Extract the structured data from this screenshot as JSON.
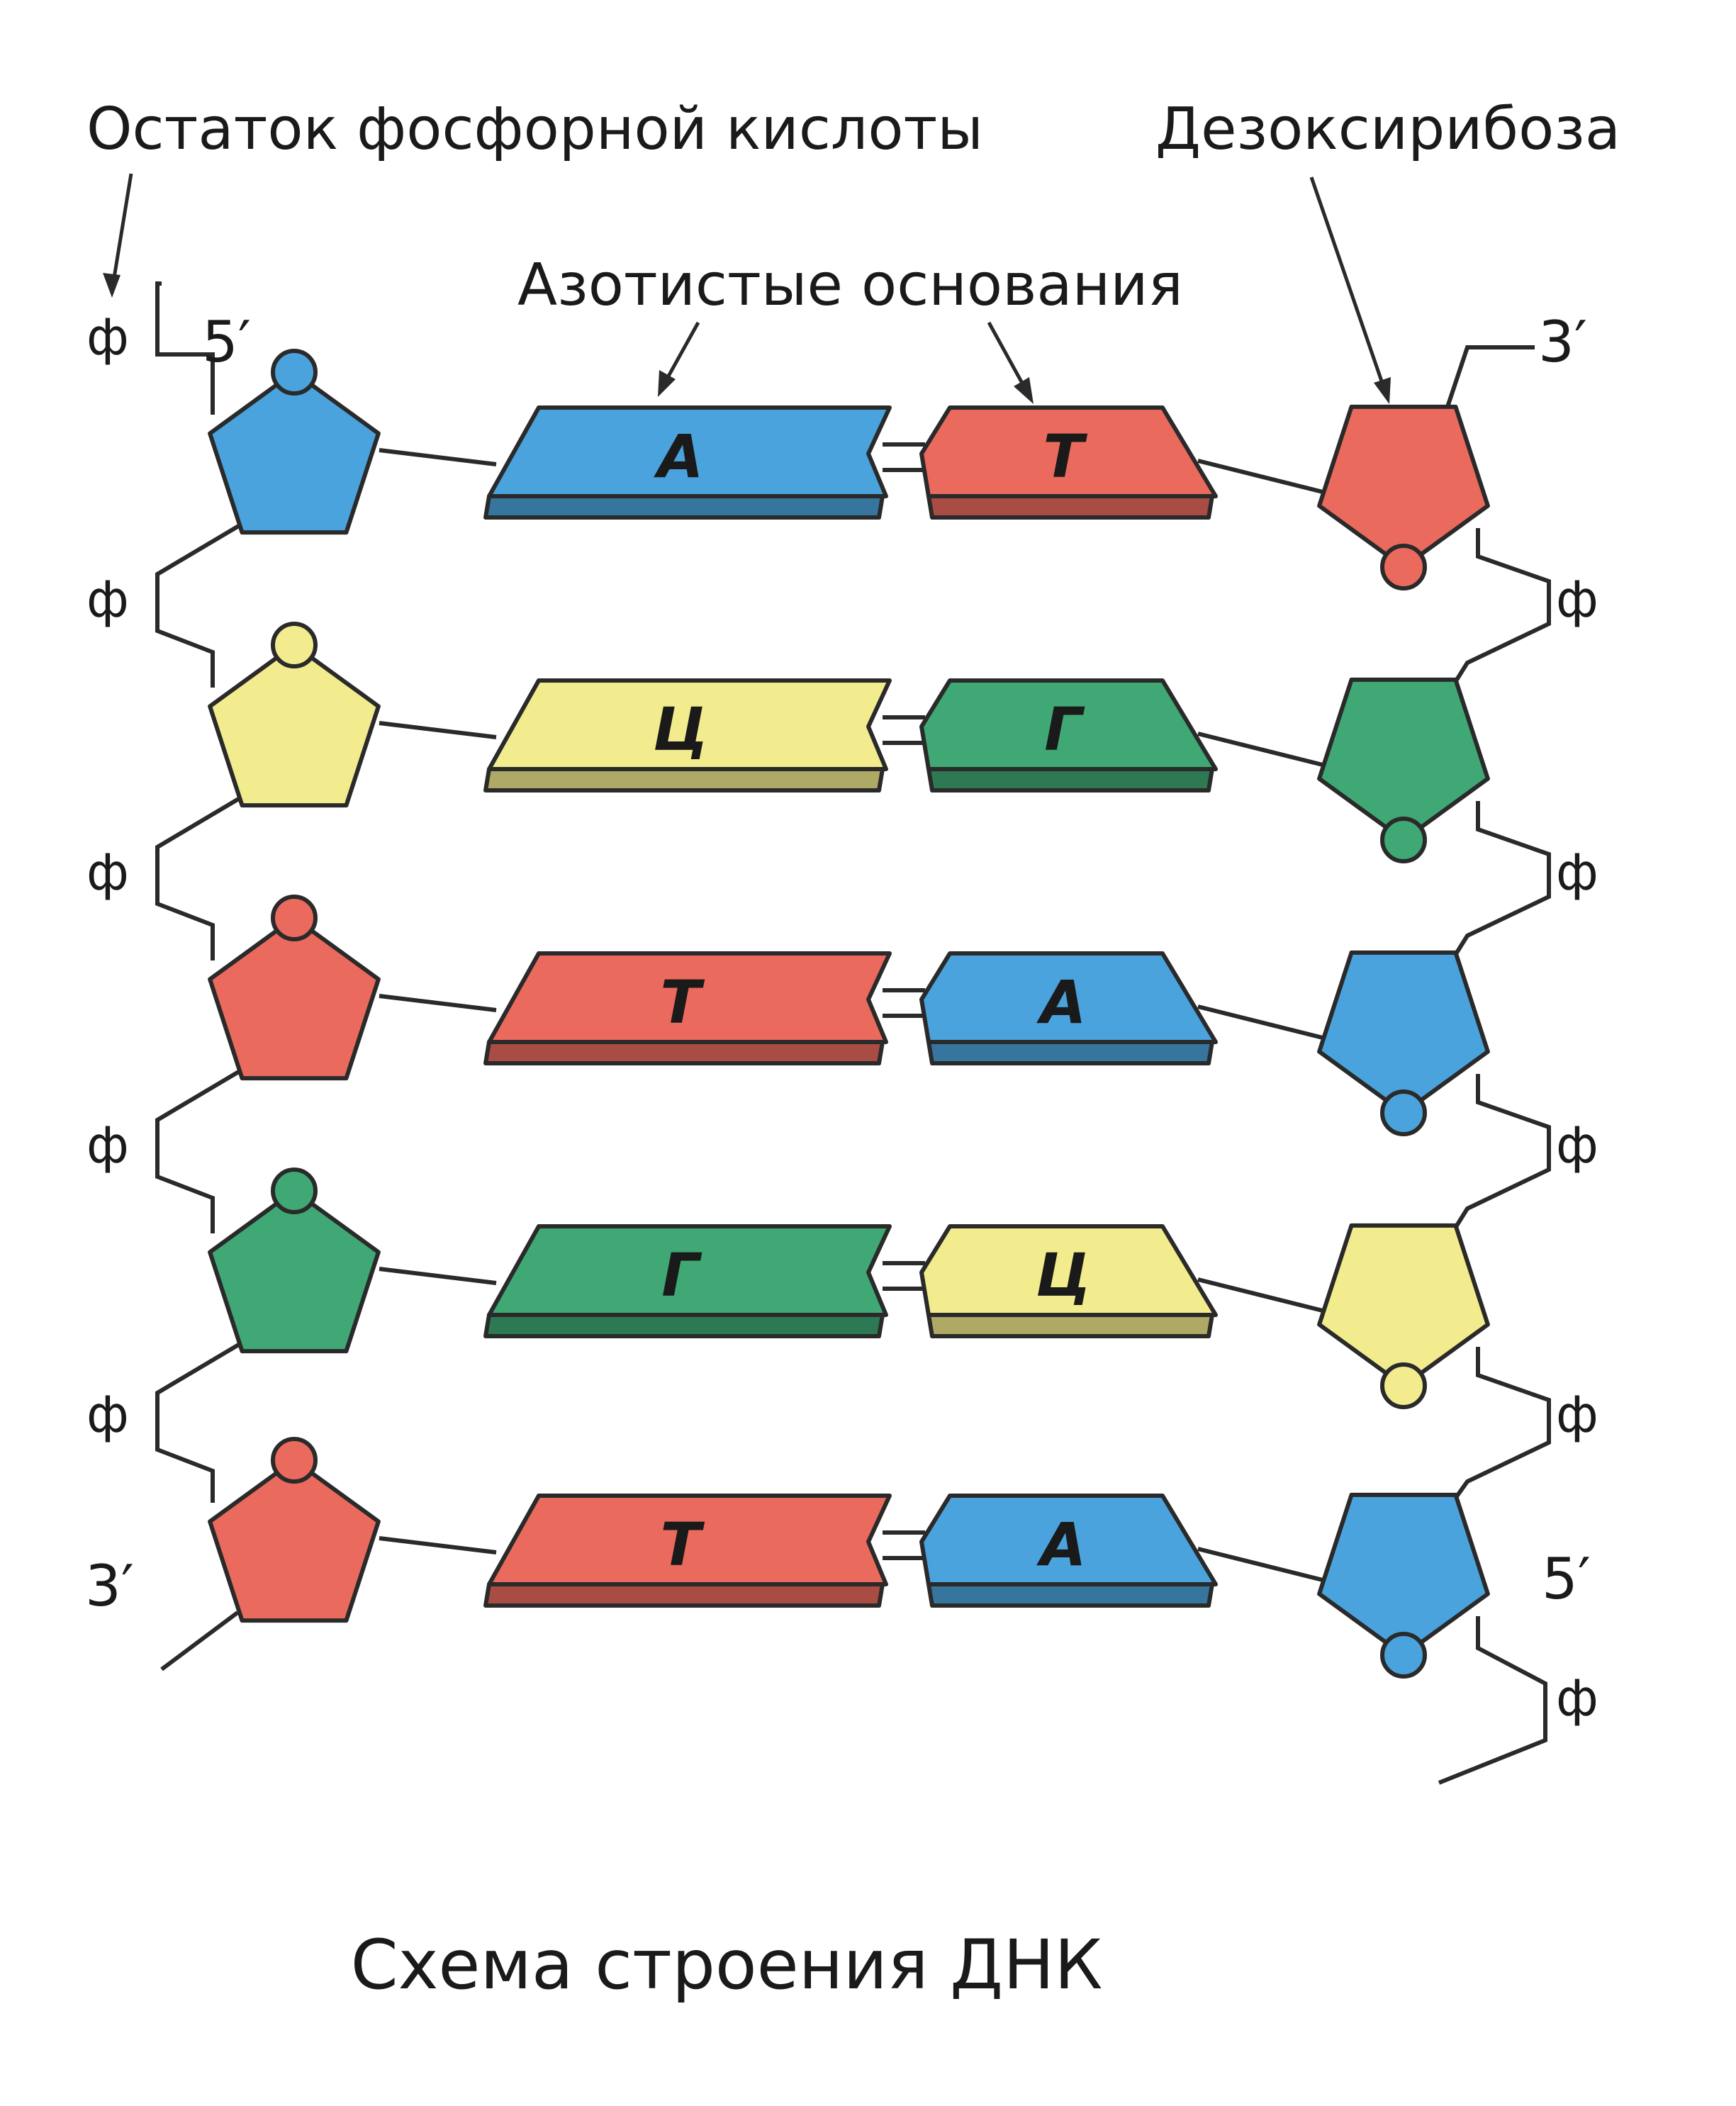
{
  "labels": {
    "phosphate": "Остаток фосфорной кислоты",
    "deoxyribose": "Дезоксирибоза",
    "bases": "Азотистые основания"
  },
  "caption": "Схема строения ДНК",
  "phosphate_symbol": "ф",
  "prime5": "5′",
  "prime3": "3′",
  "pairs": [
    {
      "left": "А",
      "right": "Т",
      "left_color": "#4aa3dc",
      "right_color": "#ea6a5e"
    },
    {
      "left": "Ц",
      "right": "Г",
      "left_color": "#f2ec8e",
      "right_color": "#3fa874"
    },
    {
      "left": "Т",
      "right": "А",
      "left_color": "#ea6a5e",
      "right_color": "#4aa3dc"
    },
    {
      "left": "Г",
      "right": "Ц",
      "left_color": "#3fa874",
      "right_color": "#f2ec8e"
    },
    {
      "left": "Т",
      "right": "А",
      "left_color": "#ea6a5e",
      "right_color": "#4aa3dc"
    }
  ]
}
